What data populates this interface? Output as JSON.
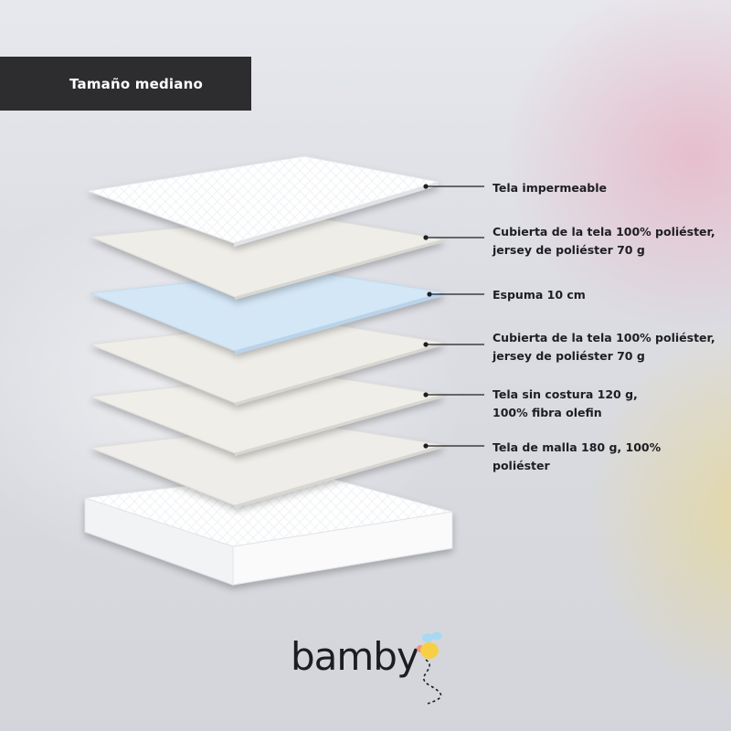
{
  "badge": {
    "label": "Tamaño mediano"
  },
  "layers": [
    {
      "line1": "Tela impermeable",
      "line2": ""
    },
    {
      "line1": "Cubierta de la tela 100% poliéster,",
      "line2": "jersey de poliéster 70 g"
    },
    {
      "line1": "Espuma 10 cm",
      "line2": ""
    },
    {
      "line1": "Cubierta de la tela 100% poliéster,",
      "line2": "jersey de poliéster 70 g"
    },
    {
      "line1": "Tela sin costura 120 g,",
      "line2": "100% fibra olefin"
    },
    {
      "line1": "Tela de malla 180 g, 100%",
      "line2": "poliéster"
    }
  ],
  "brand": {
    "name": "bamby"
  },
  "colors": {
    "badge_bg": "#2d2d30",
    "foam_layer": "#d4e7f6",
    "fabric_layer": "#efede8",
    "white_layer": "#ffffff",
    "leader_line": "#1e1e22",
    "bee_yellow": "#f6cf45",
    "bee_wing": "#a9d8f2",
    "bee_dot": "#f08f8a"
  },
  "icons": [
    "bamby-bee-logo-icon",
    "leader-dot-icon"
  ]
}
